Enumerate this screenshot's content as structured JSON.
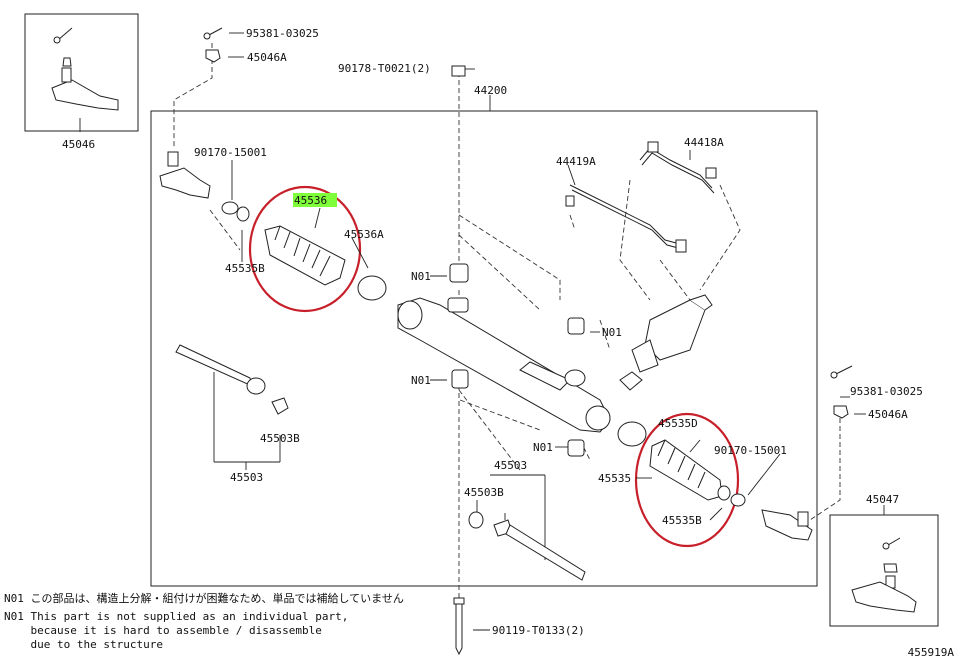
{
  "labels": {
    "p45046_top": "45046",
    "p95381_top": "95381-03025",
    "p45046A_top": "45046A",
    "p90178": "90178-T0021(2)",
    "p44200": "44200",
    "p90170_left": "90170-15001",
    "p44419A": "44419A",
    "p44418A": "44418A",
    "p45536": "45536",
    "p45536A": "45536A",
    "p45535B_left": "45535B",
    "n01_a": "N01",
    "n01_b": "N01",
    "n01_c": "N01",
    "n01_d": "N01",
    "p45503B_left": "45503B",
    "p45503_left": "45503",
    "p95381_right": "95381-03025",
    "p45046A_right": "45046A",
    "p45535D": "45535D",
    "p90170_right": "90170-15001",
    "p45503_mid": "45503",
    "p45503B_mid": "45503B",
    "p45535": "45535",
    "p45535B_right": "45535B",
    "p45047": "45047",
    "p90119": "90119-T0133(2)"
  },
  "notes": {
    "jp": "N01 この部品は、構造上分解・組付けが困難なため、単品では補給していません",
    "en1": "N01 This part is not supplied as an individual part,",
    "en2": "    because it is hard to assemble / disassemble",
    "en3": "    due to the structure"
  },
  "ref_code": "455919A",
  "colors": {
    "highlight_circle": "#c8202a",
    "label_highlight": "#7fff3a",
    "line": "#222222"
  }
}
